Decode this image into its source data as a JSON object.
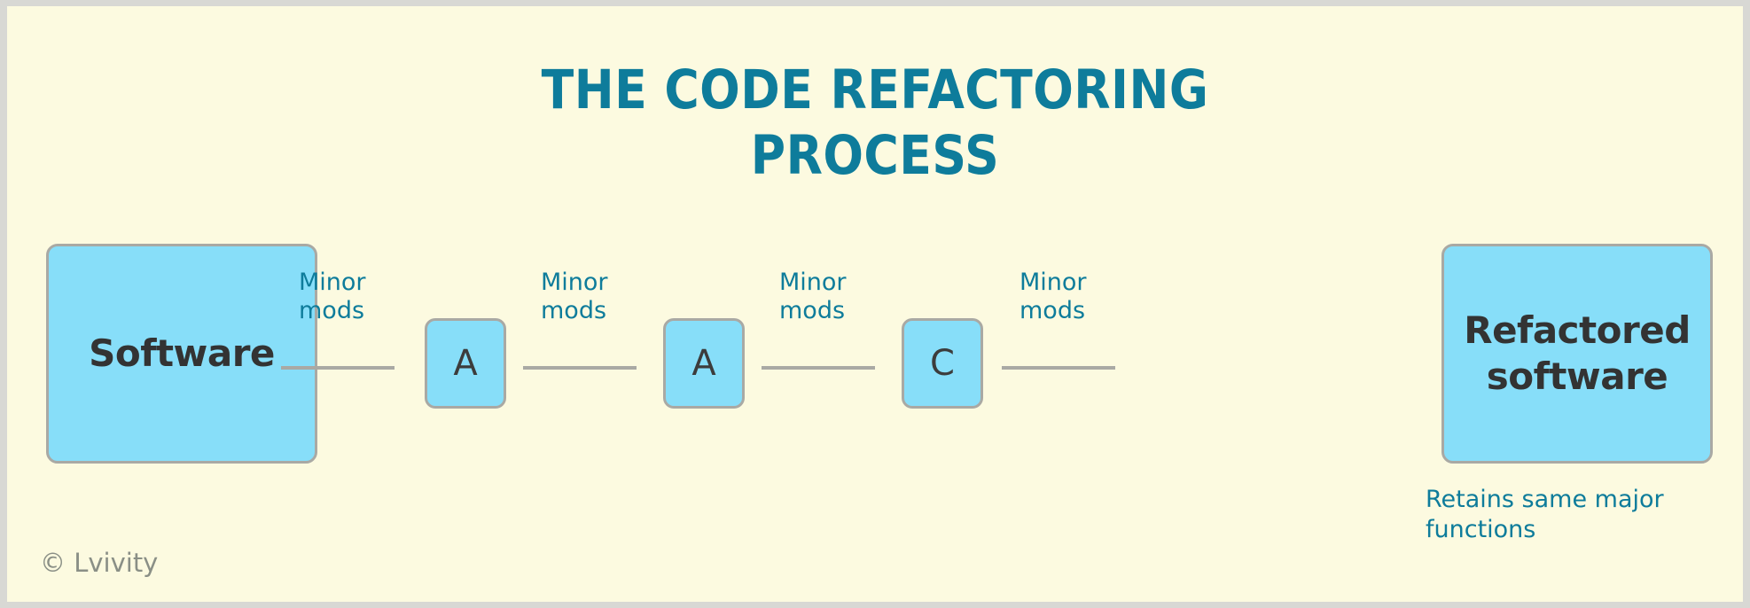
{
  "colors": {
    "background": "#fcfae0",
    "outer_border": "#d8d8d4",
    "node_fill": "#87def9",
    "node_border": "#a9a9a4",
    "accent_teal": "#0e7c9b",
    "node_text": "#333333",
    "credit_text": "#8a8f86"
  },
  "title": "THE CODE REFACTORING\nPROCESS",
  "flow": {
    "start_node": {
      "label": "Software"
    },
    "steps": [
      {
        "label": "A"
      },
      {
        "label": "A"
      },
      {
        "label": "C"
      }
    ],
    "connectors": [
      {
        "label": "Minor\nmods"
      },
      {
        "label": "Minor\nmods"
      },
      {
        "label": "Minor\nmods"
      },
      {
        "label": "Minor\nmods"
      }
    ],
    "end_node": {
      "label": "Refactored\nsoftware"
    },
    "end_caption": "Retains same major\nfunctions"
  },
  "credit": "© Lvivity"
}
